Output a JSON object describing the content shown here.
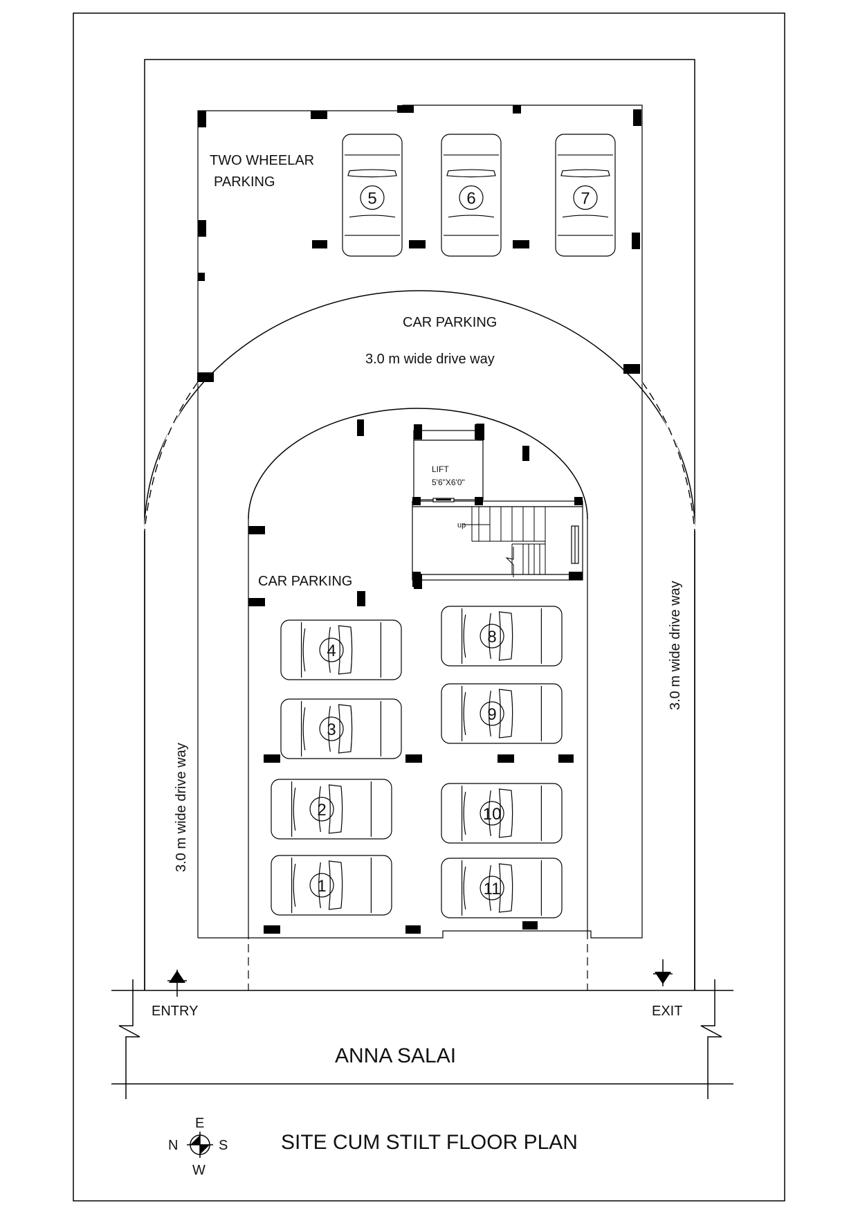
{
  "labels": {
    "two_wheeler_line1": "TWO WHEELAR",
    "two_wheeler_line2": "PARKING",
    "car_parking_top": "CAR PARKING",
    "driveway_top": "3.0 m wide drive way",
    "lift_line1": "LIFT",
    "lift_line2": "5'6\"X6'0\"",
    "stair_up": "up",
    "car_parking_mid": "CAR PARKING",
    "driveway_left": "3.0 m wide drive way",
    "driveway_right": "3.0 m wide drive way",
    "entry": "ENTRY",
    "exit": "EXIT",
    "road": "ANNA SALAI",
    "title": "SITE  CUM STILT  FLOOR PLAN"
  },
  "compass": {
    "e": "E",
    "w": "W",
    "n": "N",
    "s": "S"
  },
  "cars": [
    {
      "number": "1",
      "orientation": "horizontal"
    },
    {
      "number": "2",
      "orientation": "horizontal"
    },
    {
      "number": "3",
      "orientation": "horizontal"
    },
    {
      "number": "4",
      "orientation": "horizontal"
    },
    {
      "number": "5",
      "orientation": "vertical"
    },
    {
      "number": "6",
      "orientation": "vertical"
    },
    {
      "number": "7",
      "orientation": "vertical"
    },
    {
      "number": "8",
      "orientation": "horizontal"
    },
    {
      "number": "9",
      "orientation": "horizontal"
    },
    {
      "number": "10",
      "orientation": "horizontal"
    },
    {
      "number": "11",
      "orientation": "horizontal"
    }
  ]
}
